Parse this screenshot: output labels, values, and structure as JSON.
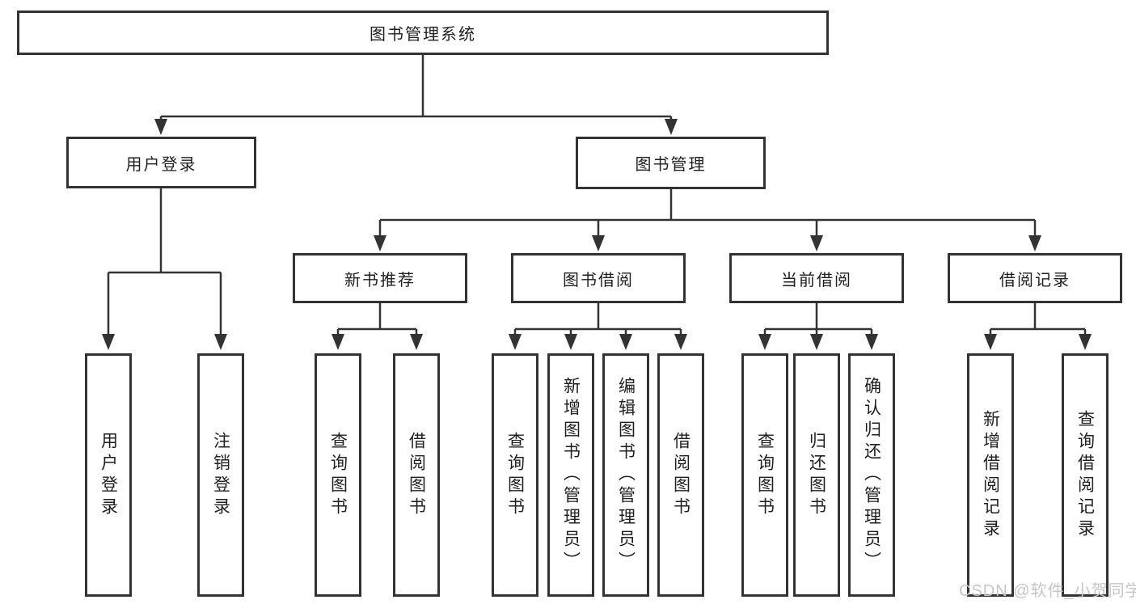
{
  "diagram": {
    "type": "hierarchy-tree",
    "watermark": "CSDN @软件_小贺同学",
    "colors": {
      "line": "#333333",
      "box_border": "#333333",
      "box_background": "#ffffff",
      "text": "#1f1f1f",
      "watermark": "#c6c6c6"
    },
    "nodes": {
      "root": "图书管理系统",
      "user_login": "用户登录",
      "book_mgmt": "图书管理",
      "login": "用户登录",
      "logout": "注销登录",
      "new_book": "新书推荐",
      "book_borrow": "图书借阅",
      "current_borrow": "当前借阅",
      "borrow_record": "借阅记录",
      "nb_query": "查询图书",
      "nb_borrow": "借阅图书",
      "bb_query": "查询图书",
      "bb_add": "新增图书（管理员）",
      "bb_edit": "编辑图书（管理员）",
      "bb_borrow": "借阅图书",
      "cb_query": "查询图书",
      "cb_return": "归还图书",
      "cb_confirm": "确认归还（管理员）",
      "br_add": "新增借阅记录",
      "br_query": "查询借阅记录"
    },
    "edges": [
      "root->user_login",
      "root->book_mgmt",
      "user_login->login",
      "user_login->logout",
      "book_mgmt->new_book",
      "book_mgmt->book_borrow",
      "book_mgmt->current_borrow",
      "book_mgmt->borrow_record",
      "new_book->nb_query",
      "new_book->nb_borrow",
      "book_borrow->bb_query",
      "book_borrow->bb_add",
      "book_borrow->bb_edit",
      "book_borrow->bb_borrow",
      "current_borrow->cb_query",
      "current_borrow->cb_return",
      "current_borrow->cb_confirm",
      "borrow_record->br_add",
      "borrow_record->br_query"
    ]
  }
}
